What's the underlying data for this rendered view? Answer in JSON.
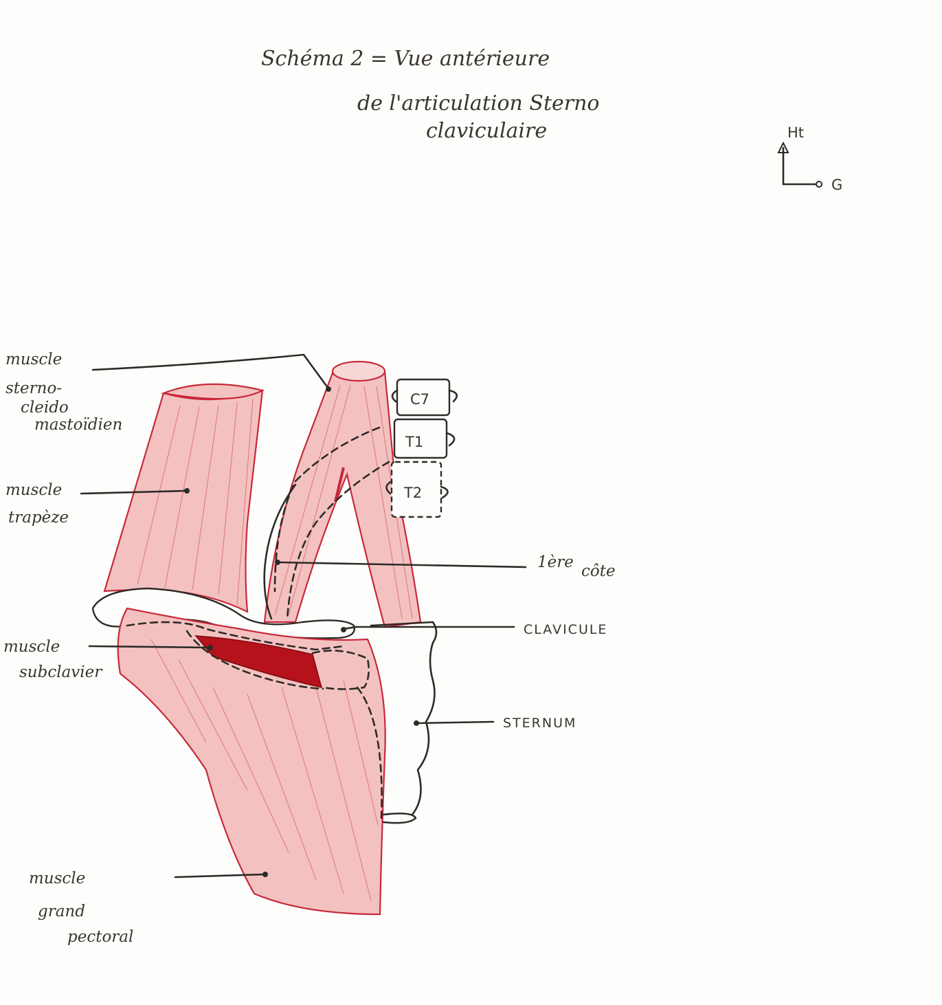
{
  "title": {
    "line1": "Schéma 2 = Vue antérieure",
    "line2": "de l'articulation Sterno",
    "line3": "claviculaire"
  },
  "orientation": {
    "up": "Ht",
    "side": "G"
  },
  "labels": {
    "scm": [
      "muscle",
      "sterno-",
      "cleido",
      "mastoïdien"
    ],
    "trapeze": [
      "muscle",
      "trapèze"
    ],
    "subclavier": [
      "muscle",
      "subclavier"
    ],
    "grand_pectoral": [
      "muscle",
      "grand",
      "pectoral"
    ],
    "premiere_cote": [
      "1ère",
      "côte"
    ],
    "clavicule": "CLAVICULE",
    "sternum": "STERNUM"
  },
  "vertebrae": [
    "C7",
    "T1",
    "T2"
  ],
  "colors": {
    "muscle_fill": "#f3c2c0",
    "muscle_outline": "#c8283a",
    "subclavius": "#b5121b",
    "ink": "#2e2a27"
  }
}
